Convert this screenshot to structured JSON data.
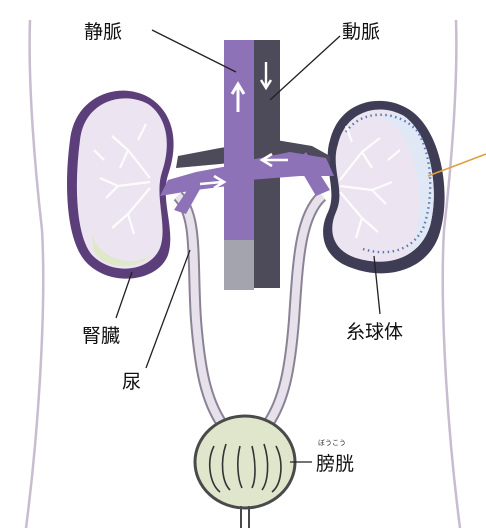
{
  "labels": {
    "vein": "静脈",
    "artery": "動脈",
    "kidney": "腎臓",
    "glomerulus": "糸球体",
    "urine": "尿",
    "bladder": "膀胱",
    "bladder_ruby": "ぼうこう"
  },
  "colors": {
    "vein": "#8e72b8",
    "vein_dark": "#6f52a0",
    "artery": "#4d4a5a",
    "kidney_fill": "#ece4f0",
    "kidney_outer_left": "#5c3f7a",
    "kidney_outer_right": "#3f3d55",
    "glomerulus_dots": "#5a78b4",
    "ureter": "#d9d4de",
    "bladder_fill": "#dfe6cc",
    "body_outline": "#c8bcd0"
  }
}
